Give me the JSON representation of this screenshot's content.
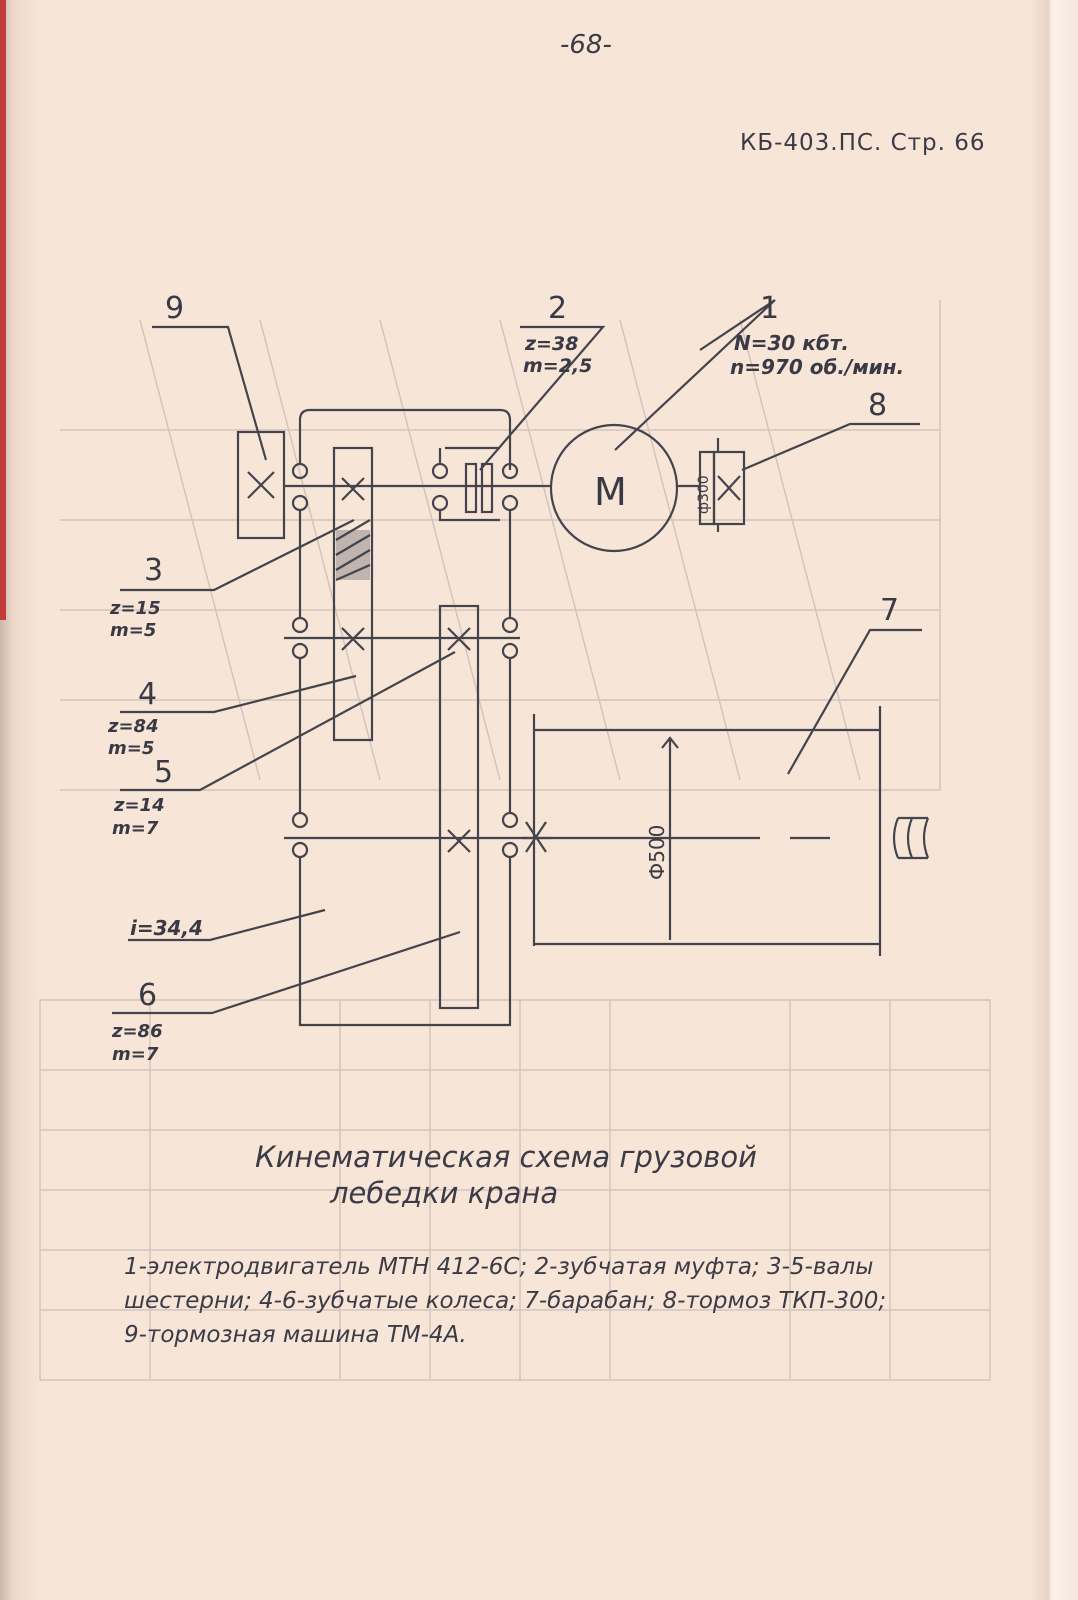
{
  "header": {
    "page_number": "-68-",
    "doc_reference": "КБ-403.ПС. Стр. 66"
  },
  "diagram": {
    "callouts": {
      "c1": "1",
      "c2": "2",
      "c3": "3",
      "c4": "4",
      "c5": "5",
      "c6": "6",
      "c7": "7",
      "c8": "8",
      "c9": "9"
    },
    "motor_label": "M",
    "motor_power": "N=30 кбт.",
    "motor_speed": "n=970 об./мин.",
    "coupling_z": "z=38",
    "coupling_m": "m=2,5",
    "shaft3_z": "z=15",
    "shaft3_m": "m=5",
    "gear4_z": "z=84",
    "gear4_m": "m=5",
    "shaft5_z": "z=14",
    "shaft5_m": "m=7",
    "gear6_z": "z=86",
    "gear6_m": "m=7",
    "ratio": "i=34,4",
    "brake_diameter": "ф300",
    "drum_diameter": "Ф500"
  },
  "caption": {
    "title_line1": "Кинематическая схема грузовой",
    "title_line2": "лебедки крана"
  },
  "legend": {
    "line1": "1-электродвигатель  МТН 412-6С; 2-зубчатая муфта; 3-5-валы",
    "line2": "шестерни; 4-6-зубчатые колеса; 7-барабан; 8-тормоз ТКП-300;",
    "line3": "9-тормозная машина  ТМ-4А."
  }
}
